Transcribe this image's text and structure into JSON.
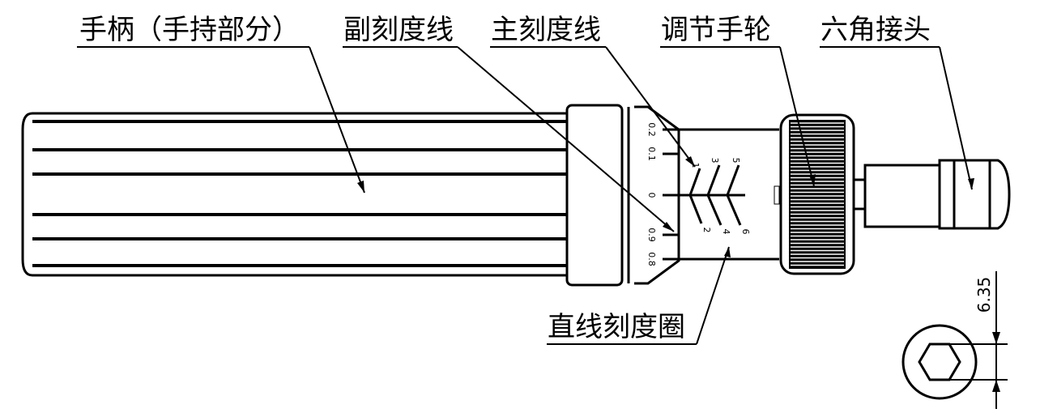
{
  "callouts": {
    "handle": "手柄（手持部分）",
    "secondary_scale_line": "副刻度线",
    "main_scale_line": "主刻度线",
    "adjust_wheel": "调节手轮",
    "hex_connector": "六角接头",
    "linear_scale_ring": "直线刻度圈"
  },
  "collar_scale": [
    "0.2",
    "0.1",
    "0",
    "0.9",
    "0.8"
  ],
  "sleeve_scale_top": [
    "1",
    "3",
    "5"
  ],
  "sleeve_scale_bottom": [
    "2",
    "4",
    "6"
  ],
  "dimension": {
    "hex_size": "6.35"
  },
  "colors": {
    "ink": "#000000",
    "background": "#ffffff"
  }
}
